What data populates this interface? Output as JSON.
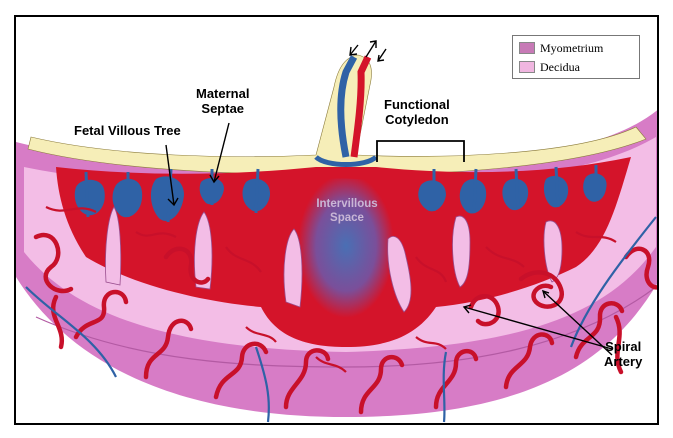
{
  "labels": {
    "fetal_villous_tree": "Fetal Villous Tree",
    "maternal_septae_line1": "Maternal",
    "maternal_septae_line2": "Septae",
    "functional_cotyledon_line1": "Functional",
    "functional_cotyledon_line2": "Cotyledon",
    "intervillous_line1": "Intervillous",
    "intervillous_line2": "Space",
    "spiral_artery_line1": "Spiral",
    "spiral_artery_line2": "Artery"
  },
  "legend": {
    "items": [
      {
        "label": "Myometrium",
        "color": "#c77ab6"
      },
      {
        "label": "Decidua",
        "color": "#f0b6e0"
      }
    ]
  },
  "colors": {
    "myometrium": "#d77cc6",
    "decidua": "#f3bde6",
    "chorionic_plate": "#f6eeb8",
    "maternal_blood": "#d4142a",
    "fetal_blood": "#2f62a6"
  }
}
